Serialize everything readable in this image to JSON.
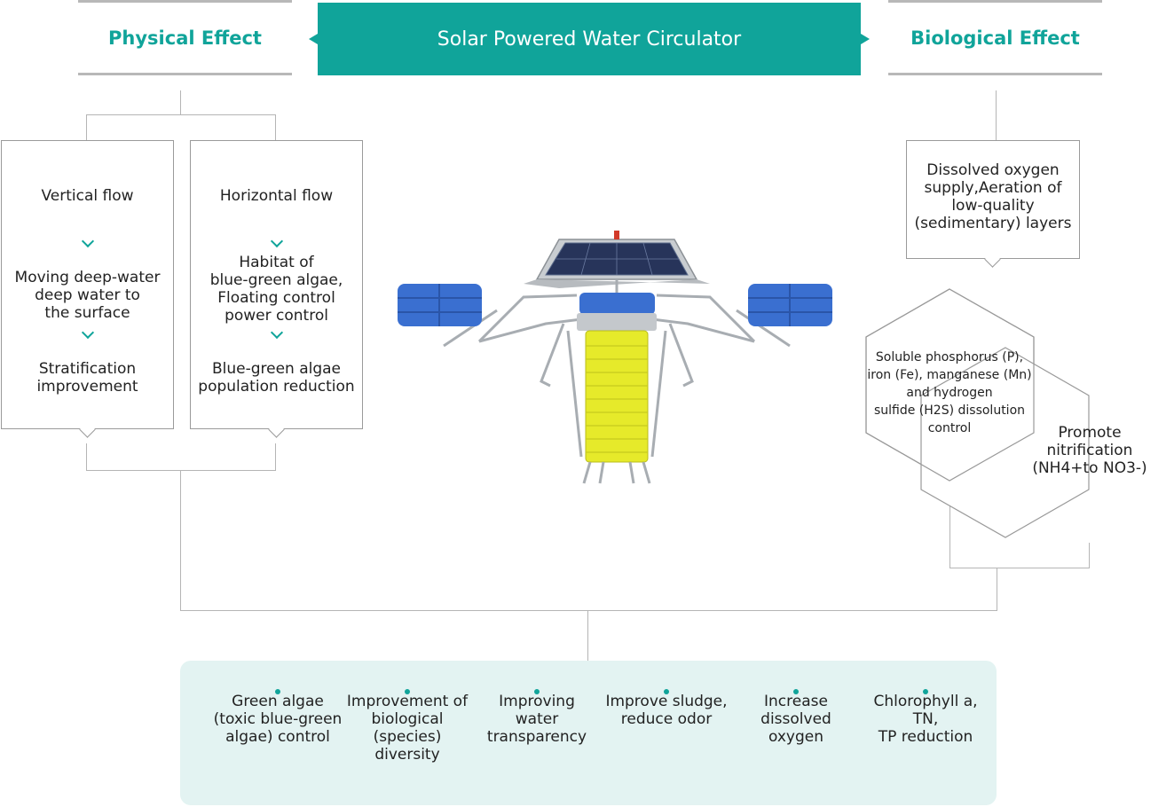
{
  "header": {
    "left_title": "Physical Effect",
    "center_title": "Solar Powered Water Circulator",
    "right_title": "Biological Effect"
  },
  "physical": {
    "vertical": {
      "title": "Vertical flow",
      "step1": "Moving deep-water\ndeep water to\nthe surface",
      "step2": "Stratification\nimprovement"
    },
    "horizontal": {
      "title": "Horizontal flow",
      "step1": "Habitat of\nblue-green algae,\nFloating control\npower control",
      "step2": "Blue-green algae\npopulation reduction"
    }
  },
  "biological": {
    "oxygen": "Dissolved oxygen\nsupply,Aeration of\nlow-quality\n(sedimentary) layers",
    "hex1": "Soluble phosphorus (P),\niron (Fe), manganese (Mn)\nand hydrogen\nsulfide (H2S) dissolution\ncontrol",
    "hex2": "Promote\nnitrification\n(NH4+to NO3-)"
  },
  "results": [
    "Green algae\n(toxic blue-green\nalgae) control",
    "Improvement of\nbiological\n(species)\ndiversity",
    "Improving\nwater\ntransparency",
    "Improve sludge,\nreduce odor",
    "Increase\ndissolved\noxygen",
    "Chlorophyll a,\nTN,\nTP reduction"
  ],
  "colors": {
    "accent": "#10a49a",
    "panel": "#e3f3f2",
    "line": "#b5b5b5",
    "float_blue": "#3a6fd0",
    "tank_yellow": "#e6ea2a"
  },
  "icons": [
    "chevron-down-icon",
    "bullet-dot-icon",
    "circulator-device-illustration"
  ]
}
